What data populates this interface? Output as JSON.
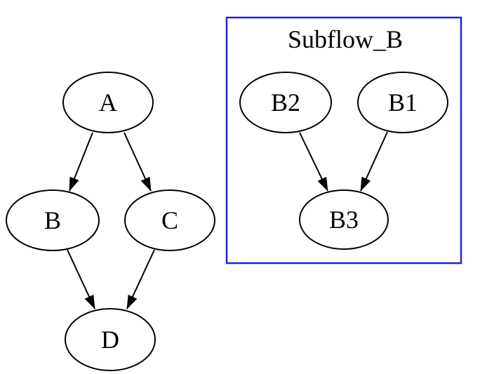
{
  "diagram": {
    "type": "directed-graph",
    "cluster": {
      "label": "Subflow_B",
      "member_nodes": [
        "B1",
        "B2",
        "B3"
      ]
    },
    "nodes": {
      "A": {
        "label": "A"
      },
      "B": {
        "label": "B"
      },
      "C": {
        "label": "C"
      },
      "D": {
        "label": "D"
      },
      "B1": {
        "label": "B1"
      },
      "B2": {
        "label": "B2"
      },
      "B3": {
        "label": "B3"
      }
    },
    "edges": [
      {
        "from": "A",
        "to": "B"
      },
      {
        "from": "A",
        "to": "C"
      },
      {
        "from": "B",
        "to": "D"
      },
      {
        "from": "C",
        "to": "D"
      },
      {
        "from": "B2",
        "to": "B3"
      },
      {
        "from": "B1",
        "to": "B3"
      }
    ],
    "colors": {
      "background": "#ffffff",
      "node_fill": "#ffffff",
      "node_stroke": "#000000",
      "edge": "#000000",
      "text": "#000000",
      "cluster_border": "#2222dd"
    }
  }
}
